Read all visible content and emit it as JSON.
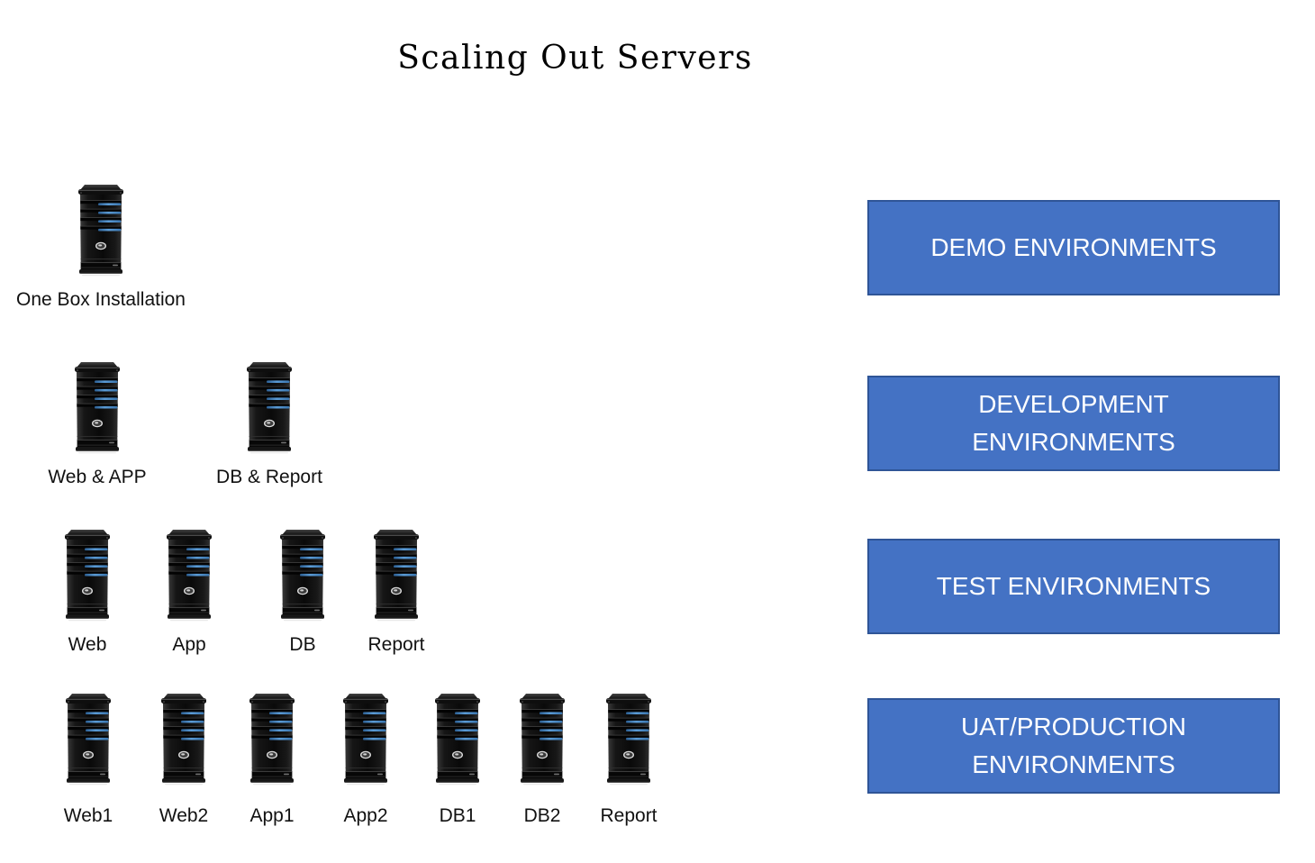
{
  "title": "Scaling Out Servers",
  "rows": [
    {
      "environment": "DEMO ENVIRONMENTS",
      "servers": [
        {
          "label": "One Box Installation"
        }
      ]
    },
    {
      "environment": "DEVELOPMENT ENVIRONMENTS",
      "servers": [
        {
          "label": "Web & APP"
        },
        {
          "label": "DB & Report"
        }
      ]
    },
    {
      "environment": "TEST ENVIRONMENTS",
      "servers": [
        {
          "label": "Web"
        },
        {
          "label": "App"
        },
        {
          "label": "DB"
        },
        {
          "label": "Report"
        }
      ]
    },
    {
      "environment": "UAT/PRODUCTION ENVIRONMENTS",
      "servers": [
        {
          "label": "Web1"
        },
        {
          "label": "Web2"
        },
        {
          "label": "App1"
        },
        {
          "label": "App2"
        },
        {
          "label": "DB1"
        },
        {
          "label": "DB2"
        },
        {
          "label": "Report"
        }
      ]
    }
  ],
  "icons": {
    "server": "server-tower-icon"
  },
  "colors": {
    "env_box_fill": "#4472C4",
    "env_box_border": "#2F5597",
    "env_box_text": "#FFFFFF",
    "server_stripe_blue": "#4D8CC8",
    "label_text": "#111111",
    "background": "#FFFFFF"
  }
}
